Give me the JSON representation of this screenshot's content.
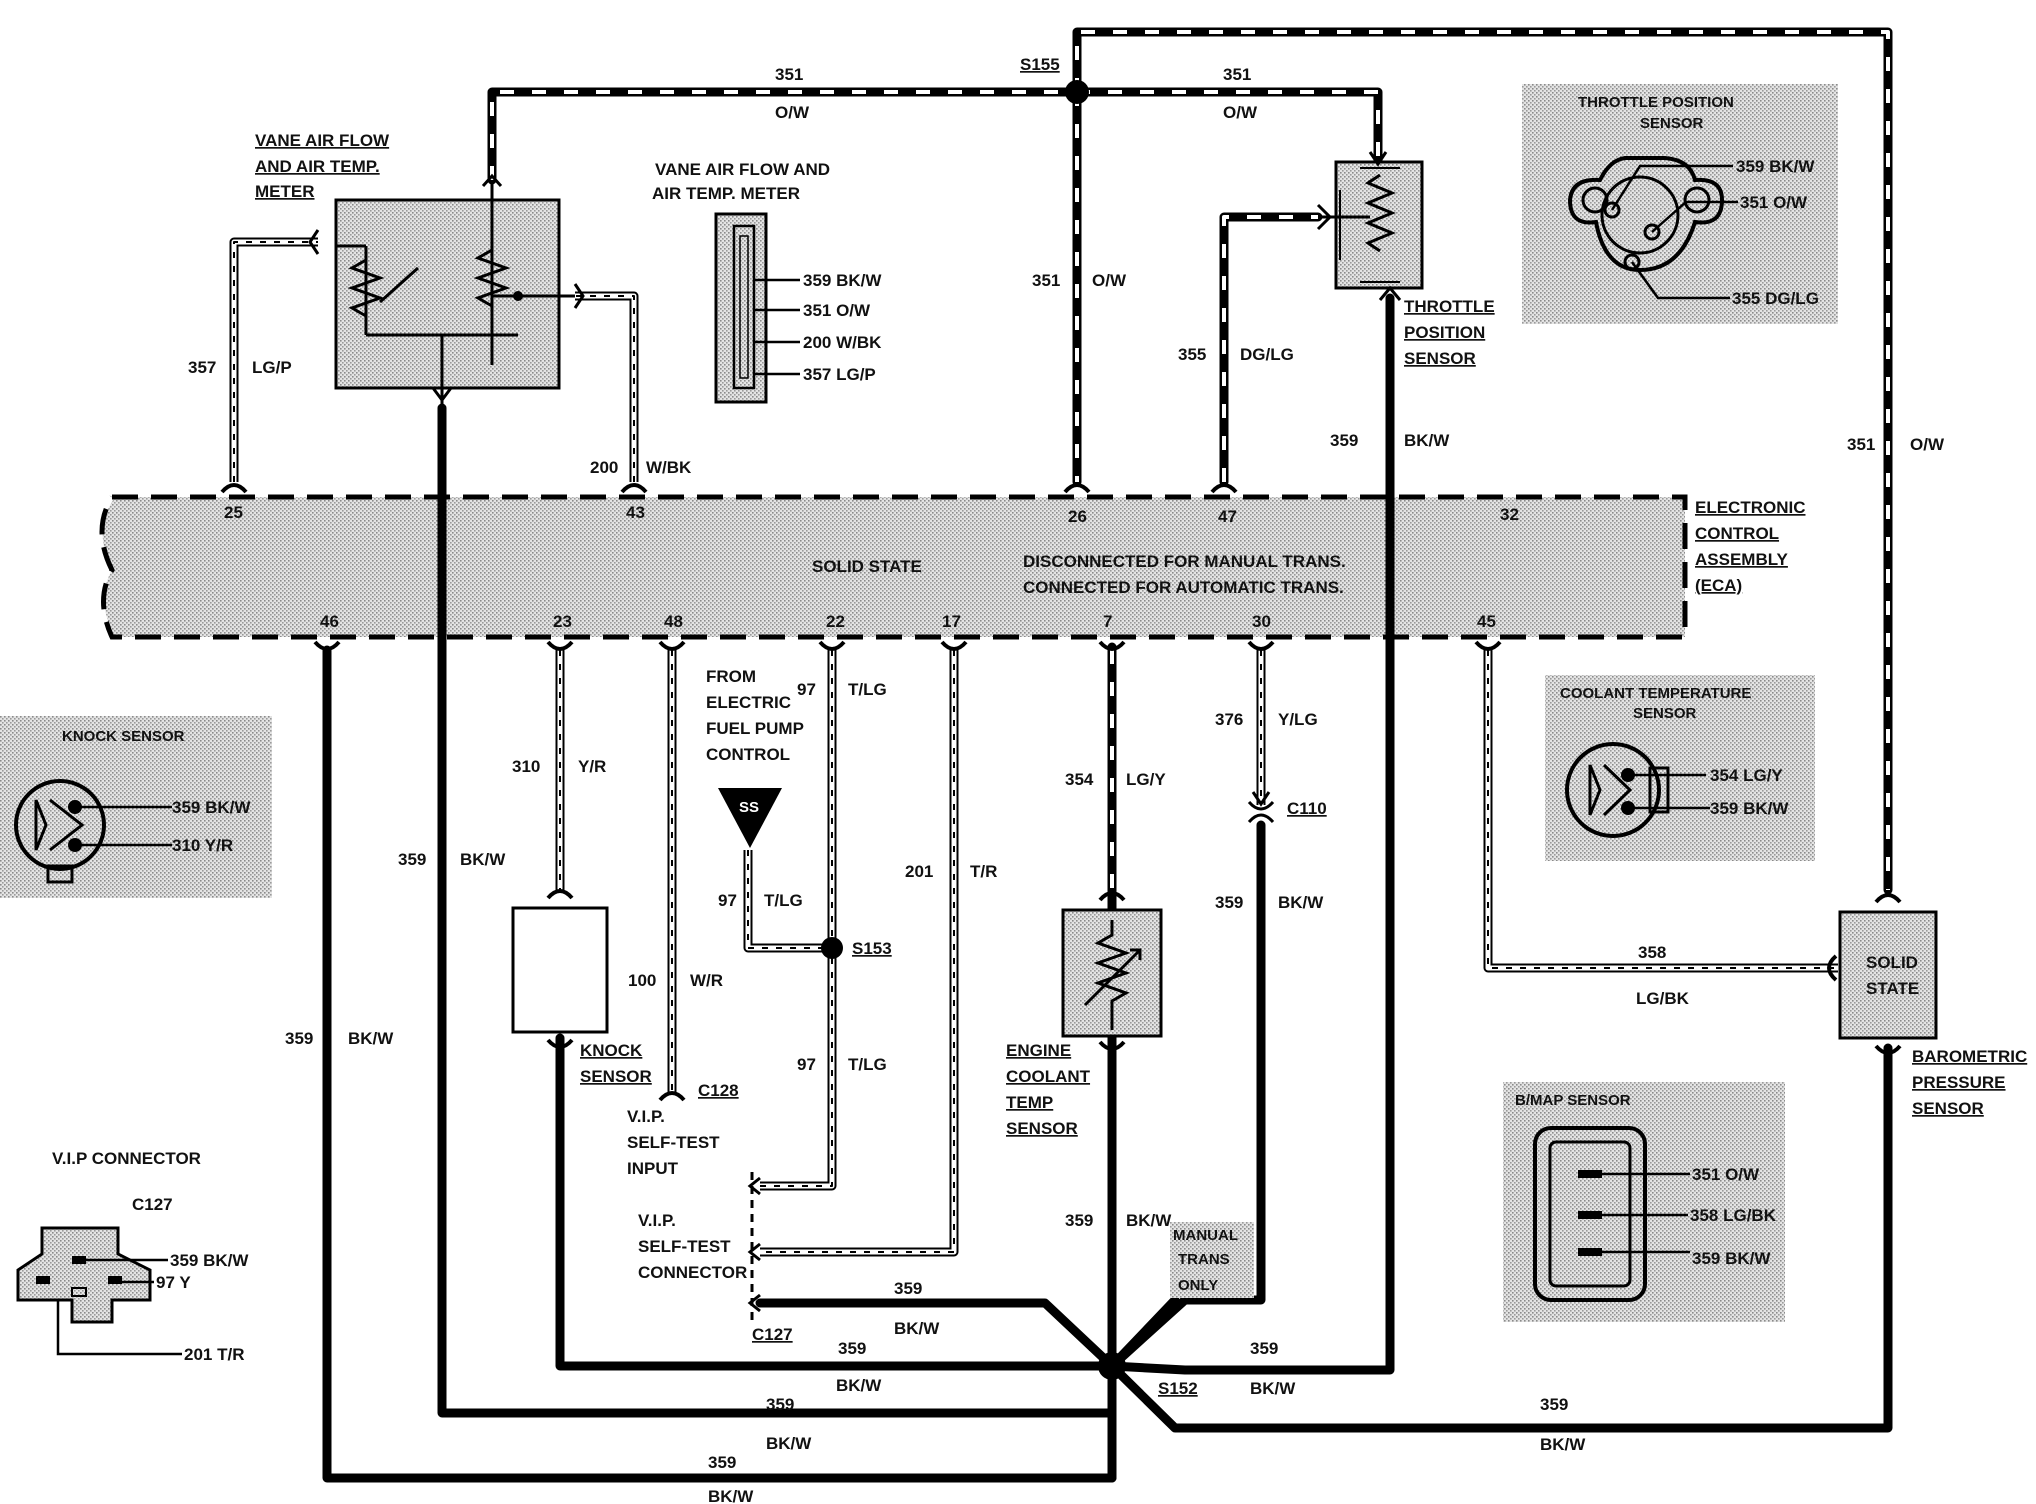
{
  "ecu": {
    "label_lines": [
      "ELECTRONIC",
      "CONTROL",
      "ASSEMBLY",
      "(ECA)"
    ],
    "center_text": "SOLID   STATE",
    "note1": "DISCONNECTED FOR MANUAL TRANS.",
    "note2": "CONNECTED FOR AUTOMATIC TRANS.",
    "pins": [
      "25",
      "43",
      "26",
      "47",
      "32",
      "46",
      "23",
      "48",
      "22",
      "17",
      "7",
      "30",
      "45"
    ]
  },
  "vaf": {
    "label_lines": [
      "VANE AIR FLOW",
      "AND AIR TEMP.",
      "METER"
    ],
    "conn_title_lines": [
      "VANE AIR FLOW AND",
      "AIR TEMP. METER"
    ],
    "conn_pins": [
      "359 BK/W",
      "351 O/W",
      "200 W/BK",
      "357 LG/P"
    ]
  },
  "tps": {
    "label_lines": [
      "THROTTLE",
      "POSITION",
      "SENSOR"
    ],
    "panel_title_lines": [
      "THROTTLE   POSITION",
      "SENSOR"
    ],
    "panel_pins": [
      "359 BK/W",
      "351 O/W",
      "355 DG/LG"
    ]
  },
  "knock_panel": {
    "title": "KNOCK   SENSOR",
    "pins": [
      "359 BK/W",
      "310 Y/R"
    ]
  },
  "coolant_panel": {
    "title_lines": [
      "COOLANT   TEMPERATURE",
      "SENSOR"
    ],
    "pins": [
      "354 LG/Y",
      "359 BK/W"
    ]
  },
  "bmap_panel": {
    "title": "B/MAP SENSOR",
    "pins": [
      "351 O/W",
      "358 LG/BK",
      "359 BK/W"
    ]
  },
  "vip_connector": {
    "title": "V.I.P CONNECTOR",
    "code": "C127",
    "pins": [
      "359 BK/W",
      "97 Y",
      "201 T/R"
    ]
  },
  "components": {
    "knock_sensor": [
      "KNOCK",
      "SENSOR"
    ],
    "engine_coolant": [
      "ENGINE",
      "COOLANT",
      "TEMP",
      "SENSOR"
    ],
    "baro_sensor": [
      "BAROMETRIC",
      "PRESSURE",
      "SENSOR"
    ],
    "solid_state": [
      "SOLID",
      "STATE"
    ],
    "fuel_pump": [
      "FROM",
      "ELECTRIC",
      "FUEL PUMP",
      "CONTROL"
    ],
    "ss": "SS",
    "vip_input": [
      "V.I.P.",
      "SELF-TEST",
      "INPUT"
    ],
    "vip_connector": [
      "V.I.P.",
      "SELF-TEST",
      "CONNECTOR"
    ],
    "manual_only": [
      "MANUAL",
      "TRANS",
      "ONLY"
    ]
  },
  "splices": {
    "s155": "S155",
    "s153": "S153",
    "s152": "S152",
    "c110": "C110",
    "c128": "C128",
    "c127": "C127"
  },
  "wires": {
    "w351": "351",
    "ow": "O/W",
    "w357": "357",
    "lgp": "LG/P",
    "w200": "200",
    "wbk": "W/BK",
    "w355": "355",
    "dglg": "DG/LG",
    "w359": "359",
    "bkw": "BK/W",
    "w310": "310",
    "yr": "Y/R",
    "w100": "100",
    "wr": "W/R",
    "w97": "97",
    "tlg": "T/LG",
    "w201": "201",
    "tr": "T/R",
    "w354": "354",
    "lgy": "LG/Y",
    "w376": "376",
    "ylg": "Y/LG",
    "w358": "358",
    "lgbk": "LG/BK"
  }
}
